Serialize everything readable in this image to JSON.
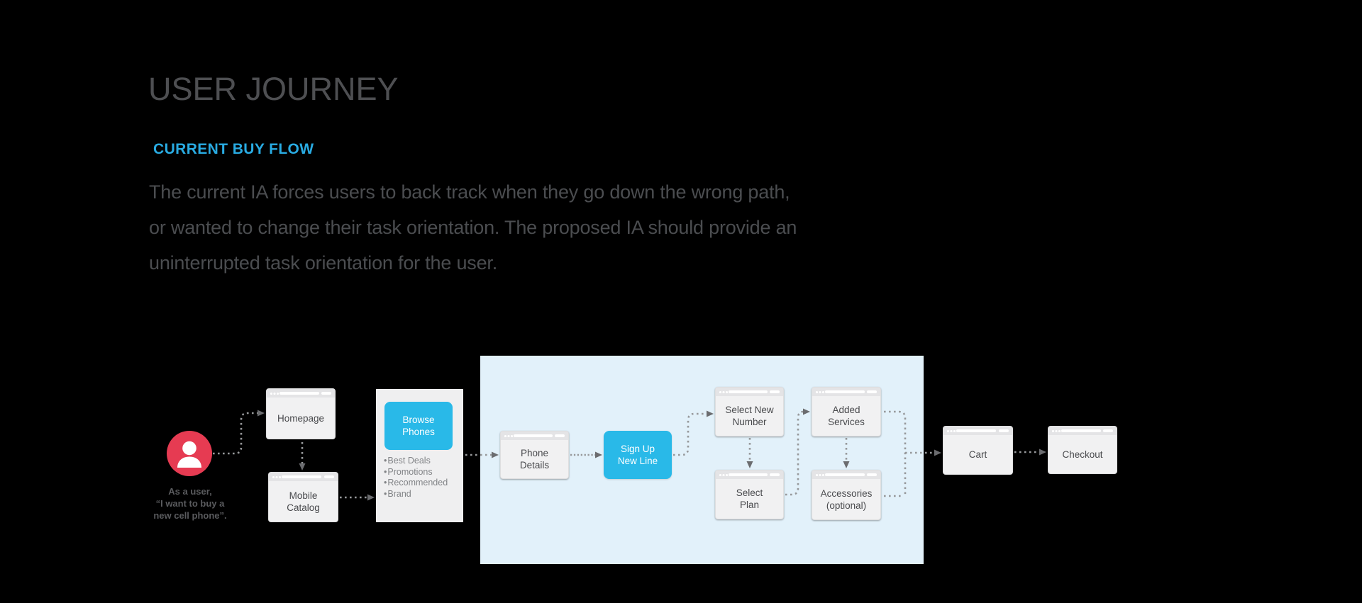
{
  "header": {
    "title": "USER JOURNEY",
    "subtitle": "CURRENT BUY FLOW",
    "description_lines": [
      "The current IA forces users to back track when they go down the wrong path,",
      "or wanted to change their task orientation. The proposed IA should provide an",
      "uninterrupted task orientation for the user."
    ]
  },
  "colors": {
    "background": "#000000",
    "accent_cyan": "#29abe2",
    "button_cyan": "#29b9e8",
    "persona_red": "#e63b52",
    "highlight_region": "#e2f1fa",
    "node_fill": "#f1f1f2",
    "connector_gray": "#97999b"
  },
  "diagram": {
    "persona": {
      "caption_line1": "As a user,",
      "caption_line2": "“I want to buy a",
      "caption_line3": "new cell phone”."
    },
    "browse_panel": {
      "button_line1": "Browse",
      "button_line2": "Phones",
      "bullets": [
        "Best Deals",
        "Promotions",
        "Recommended",
        "Brand"
      ]
    },
    "nodes": {
      "homepage": {
        "line1": "Homepage"
      },
      "mobile_catalog": {
        "line1": "Mobile",
        "line2": "Catalog"
      },
      "phone_details": {
        "line1": "Phone",
        "line2": "Details"
      },
      "sign_up": {
        "line1": "Sign Up",
        "line2": "New Line"
      },
      "select_new_number": {
        "line1": "Select New",
        "line2": "Number"
      },
      "added_services": {
        "line1": "Added",
        "line2": "Services"
      },
      "select_plan": {
        "line1": "Select",
        "line2": "Plan"
      },
      "accessories": {
        "line1": "Accessories",
        "line2": "(optional)"
      },
      "cart": {
        "line1": "Cart"
      },
      "checkout": {
        "line1": "Checkout"
      }
    }
  }
}
